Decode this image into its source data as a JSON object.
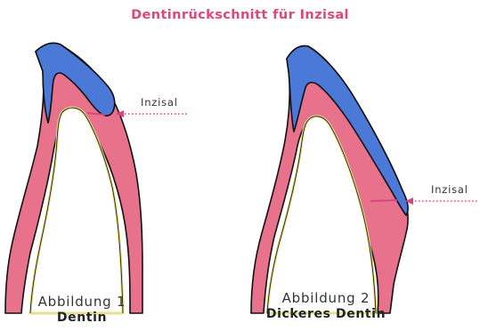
{
  "title": "Dentinrückschnitt für Inzisal",
  "colors": {
    "title": "#e0457b",
    "enamel": "#4b79d8",
    "dentin": "#e8718c",
    "pulp_border": "#e6e08e",
    "outline": "#111111",
    "pointer": "#d9457f"
  },
  "figures": [
    {
      "pointer_label": "Inzisal",
      "caption": "Abbildung 1",
      "subcaption": "Dentin"
    },
    {
      "pointer_label": "Inzisal",
      "caption": "Abbildung 2",
      "subcaption": "Dickeres Dentin"
    }
  ]
}
